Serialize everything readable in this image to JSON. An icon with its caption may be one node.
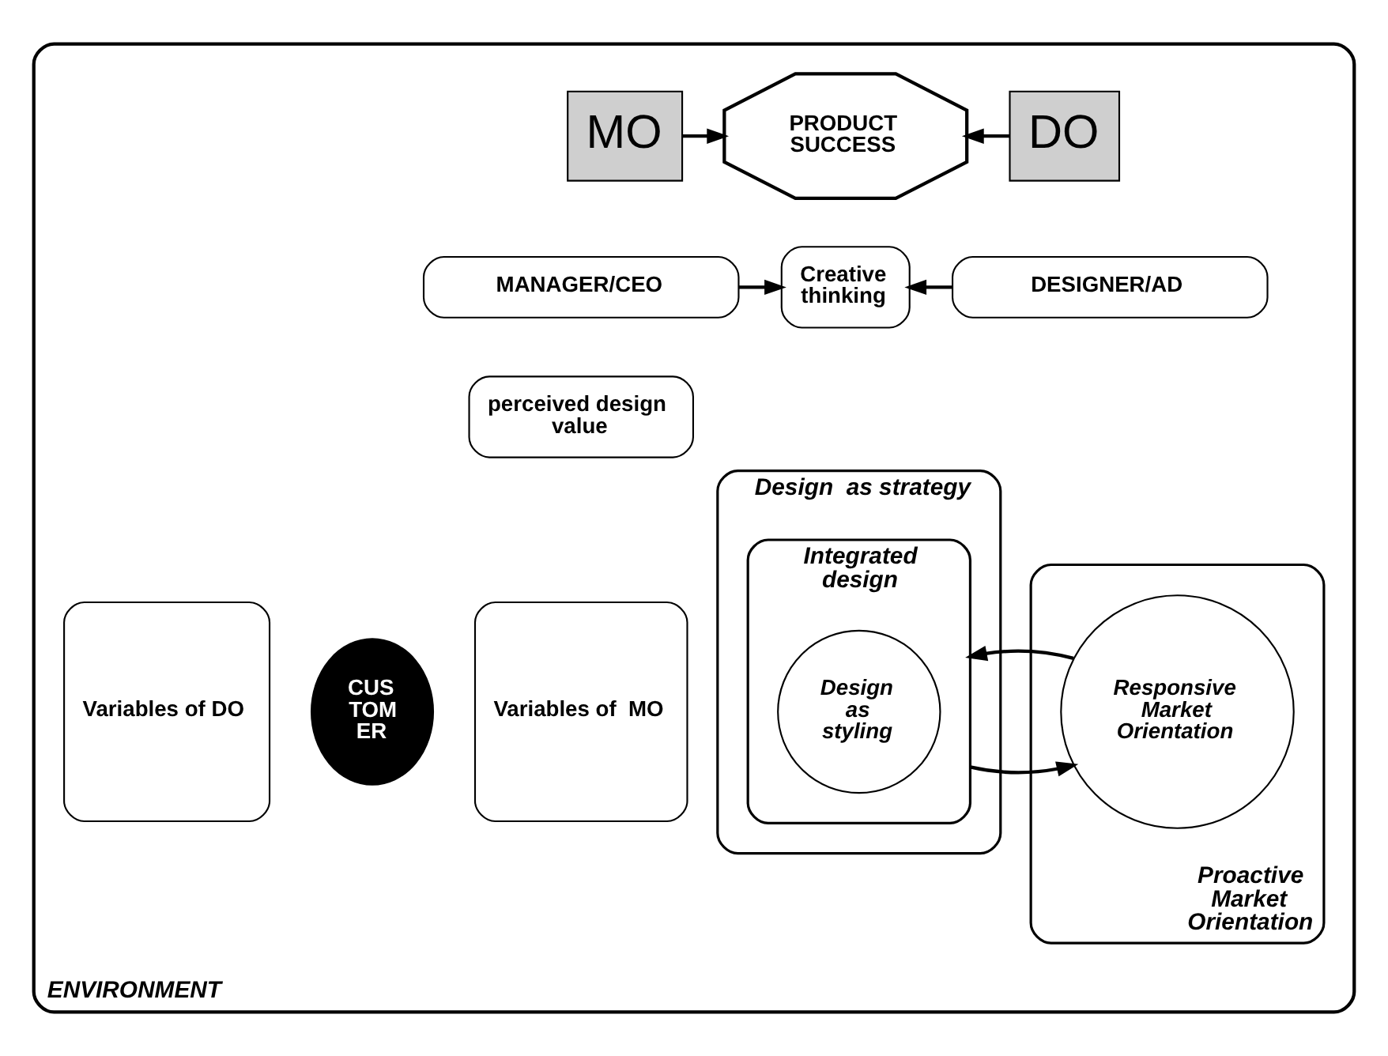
{
  "diagram": {
    "nodes": [
      {
        "text": [
          "ENVIRONMENT"
        ]
      },
      {
        "text": [
          "MO"
        ],
        "in": 0
      },
      {
        "text": [
          "PRODUCT SUCCESS"
        ],
        "in": 0
      },
      {
        "text": [
          "DO"
        ],
        "in": 0
      },
      {
        "text": [
          "MANAGER/CEO"
        ],
        "in": 0
      },
      {
        "text": [
          "Creative thinking"
        ],
        "in": 0
      },
      {
        "text": [
          "DESIGNER/AD"
        ],
        "in": 0
      },
      {
        "text": [
          "perceived design value"
        ],
        "in": 0
      },
      {
        "text": [
          "Variables of  MO"
        ],
        "in": 0
      },
      {
        "text": [
          "Proactive Market Orientation"
        ],
        "in": 0
      },
      {
        "text": [
          "Responsive Market Orientation"
        ],
        "in": 9
      },
      {
        "text": [
          "CUS TOM ER"
        ],
        "in": 0
      },
      {
        "text": [
          "Design  as strategy"
        ],
        "in": 0
      },
      {
        "text": [
          "Integrated design"
        ],
        "in": 12
      },
      {
        "text": [
          "Design as styling"
        ],
        "in": 13
      },
      {
        "text": [
          "Variables of DO"
        ],
        "in": 0
      }
    ],
    "edges": [
      {
        "from": 1,
        "to": 2,
        "arrow": "to"
      },
      {
        "from": 3,
        "to": 2,
        "arrow": "to"
      },
      {
        "from": 4,
        "to": 5,
        "arrow": "to"
      },
      {
        "from": 6,
        "to": 5,
        "arrow": "to"
      },
      {
        "from": 13,
        "to": 10,
        "arrow": "to"
      },
      {
        "from": 10,
        "to": 13,
        "arrow": "to"
      }
    ]
  }
}
